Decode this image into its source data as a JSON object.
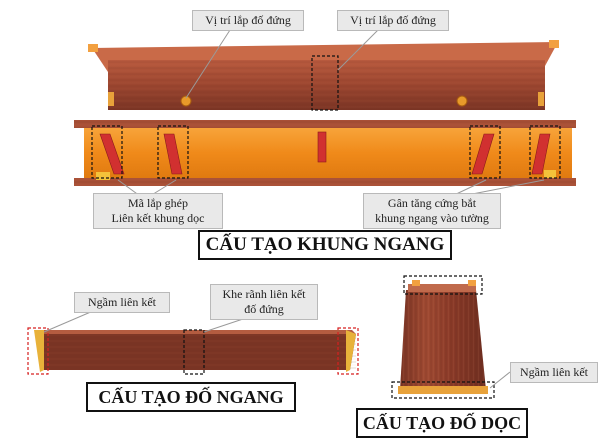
{
  "labels": {
    "vi_tri_lap_do_dung_left": "Vị trí lắp đố đứng",
    "vi_tri_lap_do_dung_right": "Vị trí lắp đố đứng",
    "ma_lap_ghep_line1": "Mã lắp ghép",
    "ma_lap_ghep_line2": "Liên kết khung dọc",
    "gan_tang_cung_line1": "Gân tăng cứng bắt",
    "gan_tang_cung_line2": "khung ngang vào tường",
    "ngam_lien_ket_horizontal": "Ngầm liên kết",
    "khe_ranh_line1": "Khe rãnh liên kết",
    "khe_ranh_line2": "đố đứng",
    "ngam_lien_ket_vertical": "Ngầm liên kết"
  },
  "titles": {
    "cau_tao_khung_ngang": "CẤU TẠO KHUNG NGANG",
    "cau_tao_do_ngang": "CẤU TẠO ĐỐ NGANG",
    "cau_tao_do_doc": "CẤU TẠO ĐỐ DỌC"
  },
  "colors": {
    "wood_dark": "#7a3424",
    "wood_mid": "#a24a33",
    "wood_light": "#c06a4c",
    "orange_face": "#f08a1a",
    "red_bracket": "#c8282a",
    "callout_bg": "#e9e9e9"
  }
}
